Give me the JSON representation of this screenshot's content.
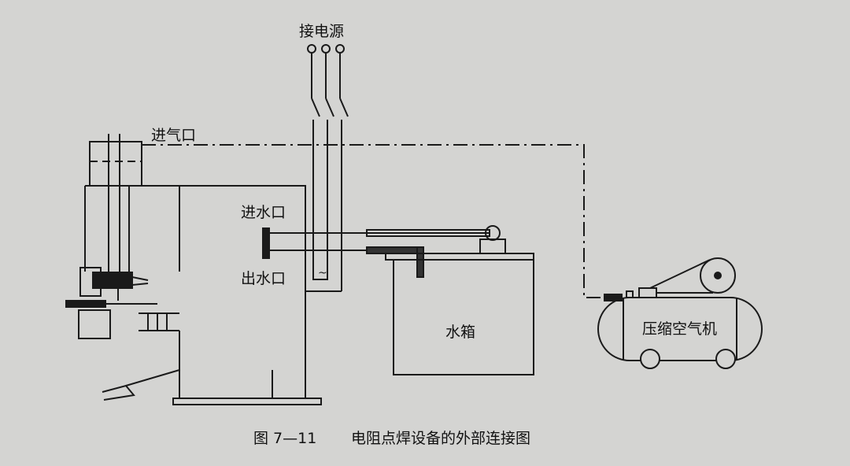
{
  "diagram": {
    "labels": {
      "power": "接电源",
      "air_inlet": "进气口",
      "water_inlet": "进水口",
      "water_outlet": "出水口",
      "water_tank": "水箱",
      "compressor": "压缩空气机"
    },
    "caption": {
      "number": "图 7—11",
      "title": "电阻点焊设备的外部连接图"
    }
  },
  "colors": {
    "background": "#d4d4d2",
    "ink": "#1a1a1a"
  }
}
